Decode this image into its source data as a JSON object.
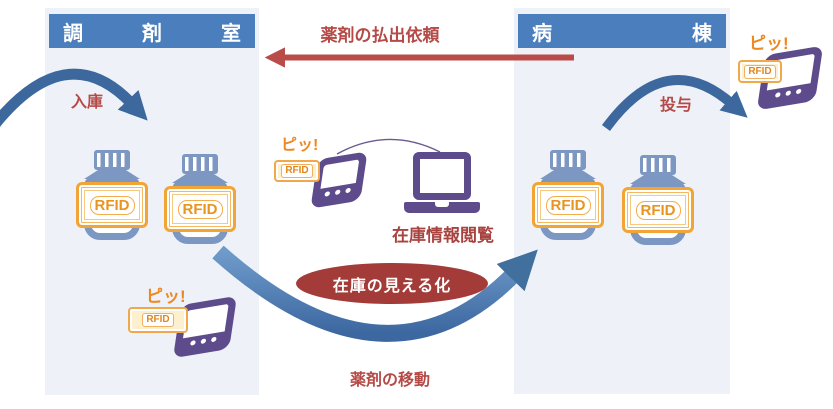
{
  "colors": {
    "header_blue": "#4a7ebd",
    "panel_bg": "#eef2f8",
    "flow_arrow_blue": "#3d689e",
    "transfer_arrow_blue": "#4678b1",
    "request_arrow_red": "#b94c49",
    "label_red": "#b54a47",
    "beep_orange": "#ee8820",
    "tag_orange": "#f0a84a",
    "bottle_blue": "#7d97c3",
    "bottle_label_orange": "#f2a434",
    "device_purple": "#5d4b8c",
    "highlight_ellipse_red": "#a33b38"
  },
  "left_panel": {
    "title": "調剤室",
    "flow_label": "入庫",
    "bottles": [
      "RFID",
      "RFID"
    ],
    "scan": {
      "beep": "ピッ!",
      "tag": "RFID"
    }
  },
  "right_panel": {
    "title": "病棟",
    "flow_label": "投与",
    "bottles": [
      "RFID",
      "RFID"
    ],
    "scan": {
      "beep": "ピッ!",
      "tag": "RFID"
    }
  },
  "top_flow": {
    "label": "薬剤の払出依頼"
  },
  "center": {
    "scan": {
      "beep": "ピッ!",
      "tag": "RFID"
    },
    "viewer_label": "在庫情報閲覧",
    "highlight_label": "在庫の見える化",
    "bottom_flow_label": "薬剤の移動"
  }
}
